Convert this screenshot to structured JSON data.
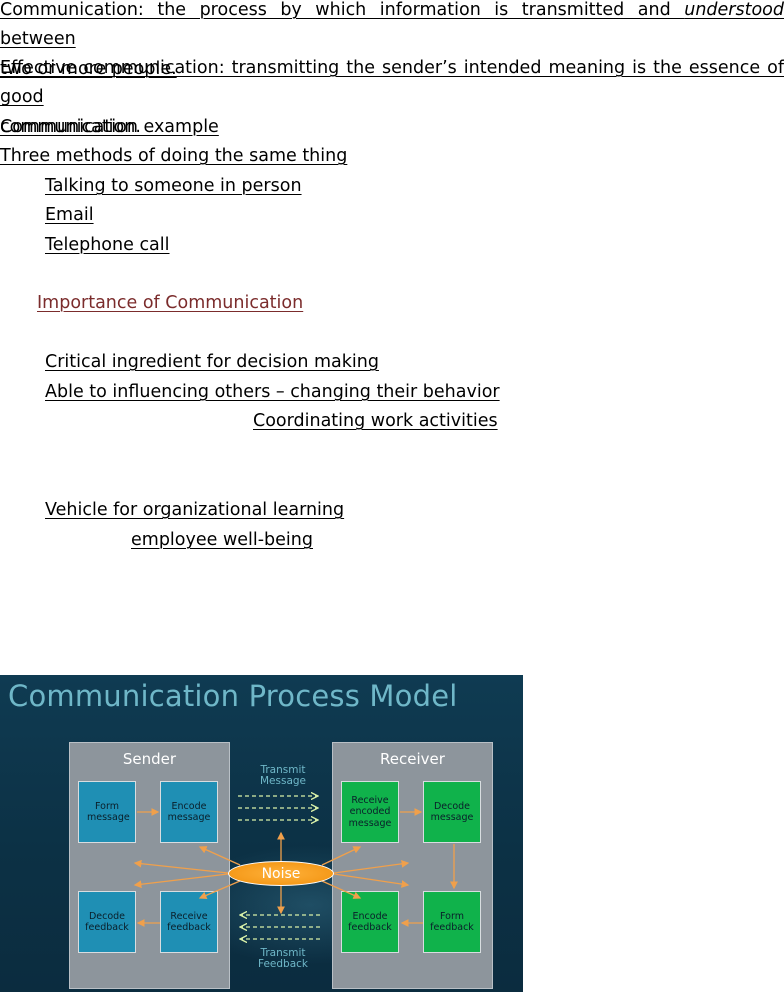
{
  "notes": {
    "definition_line1": "Communication: the process by which information is transmitted and ",
    "definition_emph": "understood",
    "definition_line1_end": " between",
    "definition_line2": "two or more people.",
    "effective_line1": "Effective communication: transmitting the sender’s intended meaning is the essence of good",
    "effective_line2": "communication.",
    "example": "Communication example",
    "three_methods": "Three methods of doing the same thing",
    "methods": [
      "Talking to someone in person",
      "Email",
      "Telephone call"
    ],
    "importance_heading": "Importance of Communication",
    "importance_items": [
      "Critical ingredient for decision making",
      "Able to influencing others – changing their behavior",
      "Coordinating work activities",
      "Vehicle for organizational learning",
      "employee  well-being"
    ]
  },
  "diagram": {
    "title": "Communication Process Model",
    "sender_title": "Sender",
    "receiver_title": "Receiver",
    "sender_boxes": [
      "Form message",
      "Encode message",
      "Decode feedback",
      "Receive feedback"
    ],
    "receiver_boxes": [
      "Receive encoded message",
      "Decode message",
      "Encode feedback",
      "Form feedback"
    ],
    "transmit_message": [
      "Transmit",
      "Message"
    ],
    "transmit_feedback": [
      "Transmit",
      "Feedback"
    ],
    "noise": "Noise",
    "colors": {
      "background": "#0f3b52",
      "sender_box": "#1f8fb4",
      "receiver_box": "#10b24b",
      "arrow": "#f0a04b",
      "dashed_arrow": "#d8f0a8",
      "noise": "#f59a1a",
      "title": "#6fb7c8"
    }
  }
}
